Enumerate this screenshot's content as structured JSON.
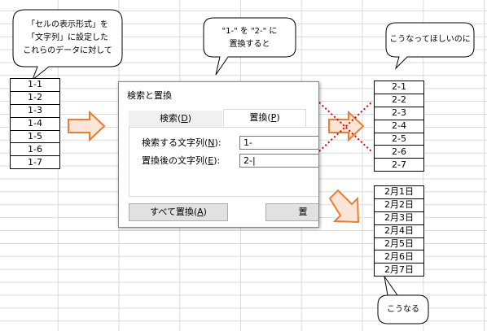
{
  "bubbles": {
    "intro": [
      "「セルの表示形式」を",
      "「文字列」に設定した",
      "これらのデータに対して"
    ],
    "replace_note": [
      "\"1-\" を \"2-\" に",
      "置換すると"
    ],
    "wish": "こうなってほしいのに",
    "result": "こうなる"
  },
  "source_cells": [
    "1-1",
    "1-2",
    "1-3",
    "1-4",
    "1-5",
    "1-6",
    "1-7"
  ],
  "wanted_cells": [
    "2-1",
    "2-2",
    "2-3",
    "2-4",
    "2-5",
    "2-6",
    "2-7"
  ],
  "actual_cells": [
    "2月1日",
    "2月2日",
    "2月3日",
    "2月4日",
    "2月5日",
    "2月6日",
    "2月7日"
  ],
  "dialog": {
    "title": "検索と置換",
    "tabs": {
      "find": "検索(D)",
      "replace": "置換(P)"
    },
    "find_label": "検索する文字列(N):",
    "replace_label": "置換後の文字列(E):",
    "find_value": "1-",
    "replace_value": "2-|",
    "replace_all_button": "すべて置換(A)",
    "replace_button": "置"
  },
  "colors": {
    "arrow_fill": "#fbe5d6",
    "arrow_stroke": "#ed7d31",
    "cross": "#e00000"
  }
}
